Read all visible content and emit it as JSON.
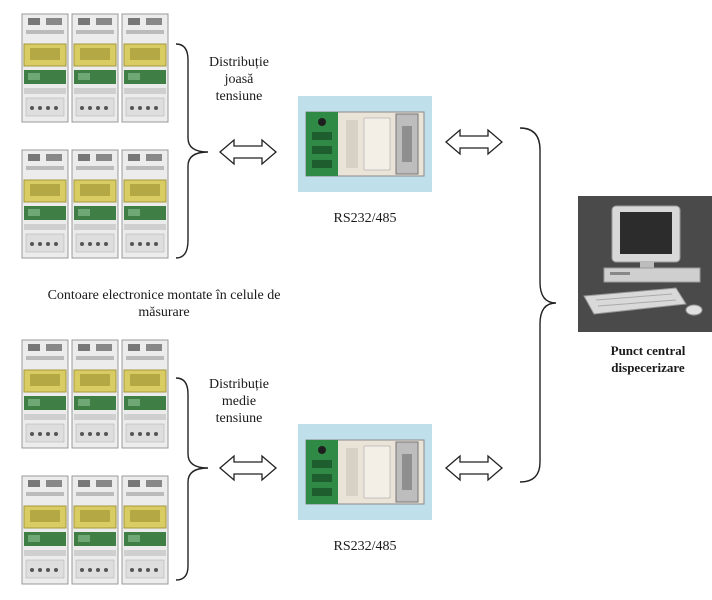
{
  "labels": {
    "low_voltage": [
      "Distribuție",
      "joasă",
      "tensiune"
    ],
    "medium_voltage": [
      "Distribuție",
      "medie",
      "tensiune"
    ],
    "converter_top": "RS232/485",
    "converter_bottom": "RS232/485",
    "meters_caption": [
      "Contoare electronice montate în celule de",
      "măsurare"
    ],
    "central": [
      "Punct central",
      "dispecerizare"
    ]
  },
  "icons": {
    "meter_block": "electricity-meter-panel",
    "converter": "rs232-rs485-converter",
    "computer": "desktop-computer",
    "arrow": "double-headed-arrow"
  },
  "colors": {
    "meter_body": "#e6e6e6",
    "meter_yellow": "#d6c85a",
    "meter_green": "#3f7f45",
    "converter_bg": "#b9dde8",
    "converter_green": "#2f8a45",
    "computer_bg": "#4a4a4a",
    "line": "#222222"
  }
}
